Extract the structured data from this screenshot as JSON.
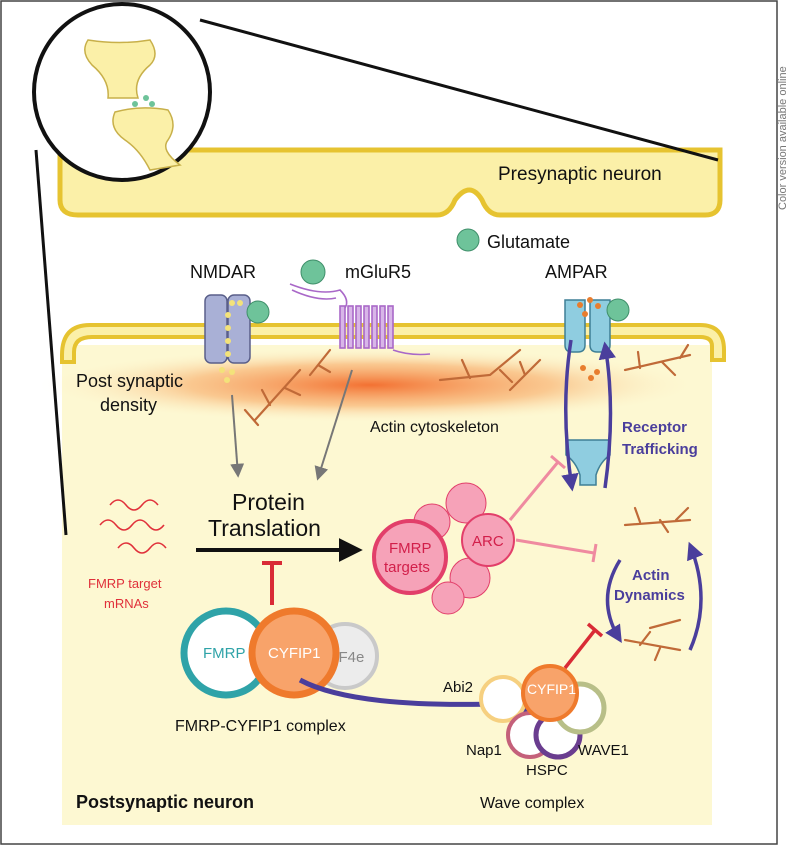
{
  "side_note": "Color version available online",
  "labels": {
    "presynaptic": "Presynaptic neuron",
    "glutamate": "Glutamate",
    "nmdar": "NMDAR",
    "mglur5": "mGluR5",
    "ampar": "AMPAR",
    "psd_line1": "Post synaptic",
    "psd_line2": "density",
    "actin_cytoskeleton": "Actin cytoskeleton",
    "receptor_trafficking_1": "Receptor",
    "receptor_trafficking_2": "Trafficking",
    "protein_translation_1": "Protein",
    "protein_translation_2": "Translation",
    "fmrp_targets_1": "FMRP",
    "fmrp_targets_2": "targets",
    "arc": "ARC",
    "actin_dynamics_1": "Actin",
    "actin_dynamics_2": "Dynamics",
    "fmrp_target_mrnas_1": "FMRP target",
    "fmrp_target_mrnas_2": "mRNAs",
    "fmrp": "FMRP",
    "cyfip1": "CYFIP1",
    "eif4e": "eIF4e",
    "fmrp_cyfip1_complex": "FMRP-CYFIP1 complex",
    "abi2": "Abi2",
    "cyfip1_wave": "CYFIP1",
    "nap1": "Nap1",
    "hspc": "HSPC",
    "wave1": "WAVE1",
    "wave_complex": "Wave complex",
    "postsynaptic": "Postsynaptic neuron"
  },
  "colors": {
    "membrane_fill": "#fbf0a8",
    "membrane_stroke": "#e6c330",
    "cytoplasm": "#fdf8d2",
    "glutamate": "#6ec39a",
    "psd_glow": "#f07a3a",
    "actin": "#c06a38",
    "receptor": "#8fcde0",
    "nmdar": "#a9b0d6",
    "mglur5": "#a968c8",
    "arrow_purple": "#4a3e9c",
    "inhibit_red": "#d92b36",
    "inhibit_pink": "#ef8aa0",
    "fmrp_ring": "#2fa3a8",
    "cyfip1_ring": "#ef7a2c",
    "eif4e_ring": "#c9c9c9",
    "targets_fill": "#f6a2b8",
    "targets_stroke": "#e23f6a",
    "mrna": "#e0303a",
    "abi2_ring": "#f6d080",
    "nap1_ring": "#c4607a",
    "hspc_ring": "#6a3d8f",
    "wave1_ring": "#b8bf88"
  }
}
